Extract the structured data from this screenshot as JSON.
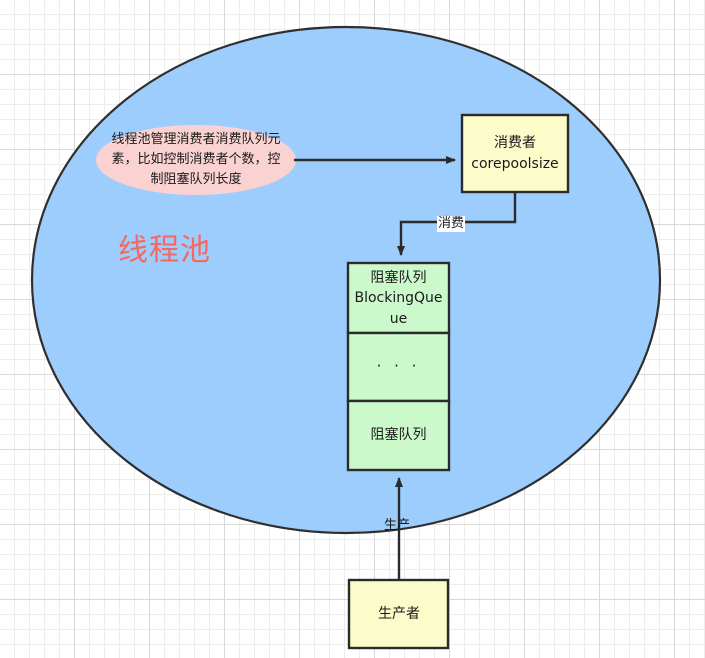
{
  "diagram": {
    "type": "flowchart",
    "background": "grid-paper",
    "colors": {
      "pool_fill": "#9ccdfc",
      "pool_stroke": "#2f2f2f",
      "pool_title_color": "#f4685f",
      "note_fill": "#fad2d2",
      "box_yellow_fill": "#fcfcca",
      "box_green_fill": "#ccf9cc",
      "box_stroke": "#2b2b2b",
      "arrow_color": "#2b2b2b",
      "grid_minor": "#ededed",
      "grid_major": "#d9d9d9"
    },
    "pool": {
      "title": "线程池"
    },
    "note": {
      "text_lines": [
        "线程池管理消费者消费队列元",
        "素，比如控制消费者个数，控",
        "制阻塞队列长度"
      ]
    },
    "consumer": {
      "line1": "消费者",
      "line2": "corepoolsize"
    },
    "queue": {
      "cell1_line1": "阻塞队列",
      "cell1_line2": "BlockingQue",
      "cell1_line3": "ue",
      "cell2": "· · ·",
      "cell3": "阻塞队列"
    },
    "producer": {
      "label": "生产者"
    },
    "edges": {
      "consume_label": "消费",
      "produce_label": "生产"
    }
  }
}
